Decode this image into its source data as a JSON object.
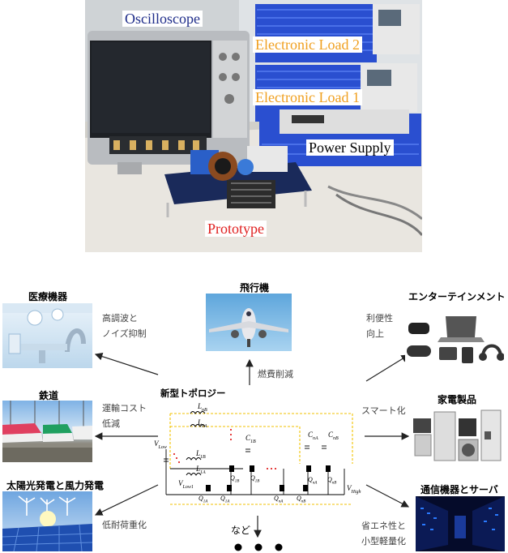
{
  "photo": {
    "labels": {
      "oscilloscope": "Oscilloscope",
      "load2": "Electronic Load 2",
      "load1": "Electronic Load 1",
      "power_supply": "Power Supply",
      "prototype": "Prototype"
    },
    "colors": {
      "oscilloscope": "#1f2d8a",
      "load": "#f0a020",
      "power_supply": "#000000",
      "prototype": "#e02020"
    }
  },
  "diagram": {
    "center_title": "新型トポロジー",
    "categories": {
      "medical": "医療機器",
      "aircraft": "飛行機",
      "entertainment": "エンターテインメント",
      "railway": "鉄道",
      "appliances": "家電製品",
      "renewable": "太陽光発電と風力発電",
      "telecom": "通信機器とサーバ",
      "etc": "など"
    },
    "annotations": {
      "medical": [
        "高調波と",
        "ノイズ抑制"
      ],
      "aircraft": "燃費削減",
      "entertainment": [
        "利便性",
        "向上"
      ],
      "railway": [
        "運輸コスト",
        "低減"
      ],
      "appliances": "スマート化",
      "renewable": "低耐荷重化",
      "telecom": [
        "省エネ性と",
        "小型軽量化"
      ]
    },
    "circuit_labels": {
      "L_nB": "L",
      "L_nB_sub": "nB",
      "L_nA": "L",
      "L_nA_sub": "nA",
      "C_1B": "C",
      "C_1B_sub": "1B",
      "C_nA": "C",
      "C_nA_sub": "nA",
      "C_nB": "C",
      "C_nB_sub": "nB",
      "L_1B": "L",
      "L_1B_sub": "1B",
      "L_1A": "L",
      "L_1A_sub": "1A",
      "V_low": "V",
      "V_low_sub": "Low",
      "V_low1": "V",
      "V_low1_sub": "Low1",
      "V_high": "V",
      "V_high_sub": "High",
      "Q_1A_L": "Q",
      "Q_1A_L_sub": "L",
      "Q_1A_L_sup": "1A",
      "Q_1A_H": "Q",
      "Q_1A_H_sub": "H",
      "Q_1A_H_sup": "1A",
      "Q_1B_H": "Q",
      "Q_1B_H_sub": "H",
      "Q_1B_H_sup": "1B",
      "Q_1B_L": "Q",
      "Q_1B_L_sub": "L",
      "Q_1B_L_sup": "1B",
      "Q_nA_L": "Q",
      "Q_nA_L_sub": "L",
      "Q_nA_L_sup": "nA",
      "Q_nB_L": "Q",
      "Q_nB_L_sub": "L",
      "Q_nB_L_sup": "nB",
      "Q_nA_H": "Q",
      "Q_nA_H_sub": "H",
      "Q_nA_H_sup": "nA",
      "Q_nB_H": "Q",
      "Q_nB_H_sub": "H",
      "Q_nB_H_sup": "nB"
    }
  }
}
